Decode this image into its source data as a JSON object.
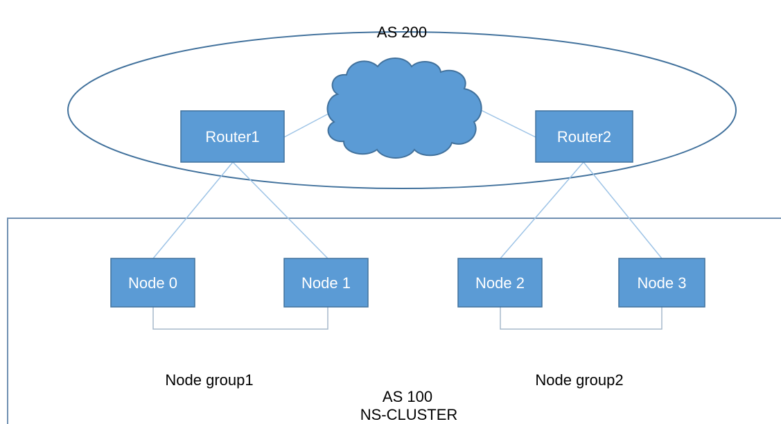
{
  "as_outer": {
    "label": "AS 200"
  },
  "as_inner": {
    "label_line1": "AS 100",
    "label_line2": "NS-CLUSTER"
  },
  "routers": [
    {
      "label": "Router1"
    },
    {
      "label": "Router2"
    }
  ],
  "nodes": [
    {
      "label": "Node 0"
    },
    {
      "label": "Node 1"
    },
    {
      "label": "Node 2"
    },
    {
      "label": "Node 3"
    }
  ],
  "groups": [
    {
      "label": "Node group1"
    },
    {
      "label": "Node group2"
    }
  ],
  "cloud": {
    "icon": "cloud-icon"
  },
  "colors": {
    "box_fill": "#5b9bd5",
    "box_stroke": "#41719c",
    "outline": "#41719c",
    "link": "#9dc3e6",
    "connector": "#a5b8cc"
  }
}
